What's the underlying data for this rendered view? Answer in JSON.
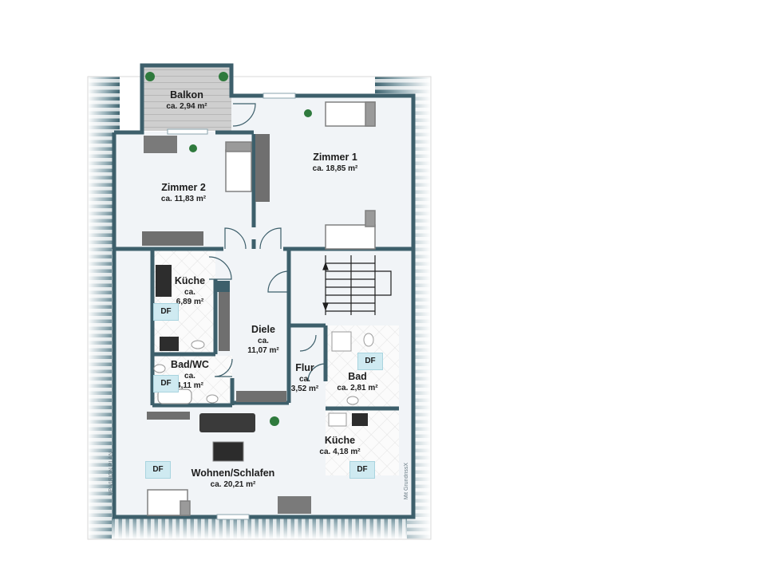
{
  "rooms": [
    {
      "id": "balkon",
      "name": "Balkon",
      "area": "ca. 2,94 m²"
    },
    {
      "id": "zimmer1",
      "name": "Zimmer 1",
      "area": "ca. 18,85 m²"
    },
    {
      "id": "zimmer2",
      "name": "Zimmer 2",
      "area": "ca. 11,83 m²"
    },
    {
      "id": "kueche1",
      "name": "Küche",
      "area_l1": "ca.",
      "area_l2": "6,89 m²"
    },
    {
      "id": "diele",
      "name": "Diele",
      "area_l1": "ca.",
      "area_l2": "11,07 m²"
    },
    {
      "id": "badwc",
      "name": "Bad/WC",
      "area_l1": "ca.",
      "area_l2": "4,11 m²"
    },
    {
      "id": "flur",
      "name": "Flur",
      "area_l1": "ca.",
      "area_l2": "3,52 m²"
    },
    {
      "id": "bad",
      "name": "Bad",
      "area": "ca. 2,81 m²"
    },
    {
      "id": "kueche2",
      "name": "Küche",
      "area": "ca. 4,18 m²"
    },
    {
      "id": "wohnen",
      "name": "Wohnen/Schlafen",
      "area": "ca. 20,21 m²"
    }
  ],
  "skylight_label": "DF",
  "watermark_left": "VP VISION PLAN",
  "watermark_right": "Mit GrundrissX",
  "colors": {
    "wall": "#3d5f6b",
    "floor": "#f1f4f7",
    "tile": "#fbfbfb",
    "roof": "#4a6d78",
    "deck": "#c9c9c9",
    "skylight": "#cfeaf1"
  }
}
